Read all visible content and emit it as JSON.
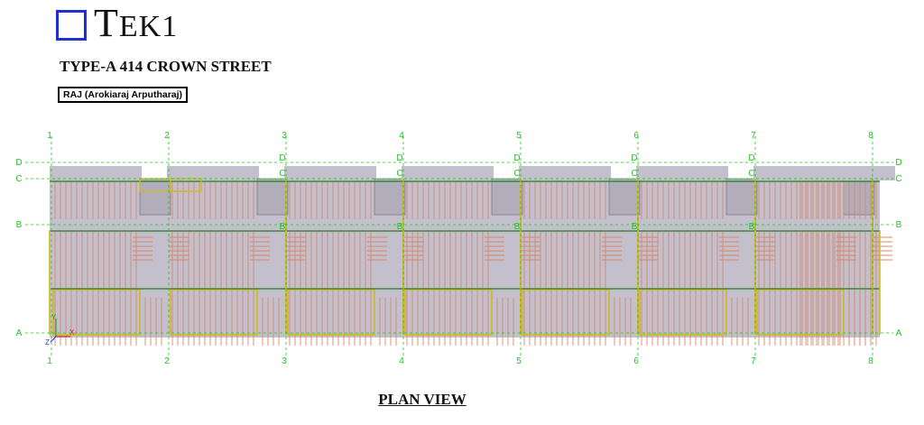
{
  "header": {
    "logo_text_initial": "T",
    "logo_text_rest": "EK1",
    "project_title": "TYPE-A 414 CROWN STREET",
    "author": "RAJ (Arokiaraj Arputharaj)"
  },
  "plan": {
    "column_grid": [
      "1",
      "2",
      "3",
      "4",
      "5",
      "6",
      "7",
      "8"
    ],
    "row_grid_left": [
      "D",
      "C",
      "B",
      "A"
    ],
    "row_grid_right": [
      "D",
      "C",
      "B",
      "A"
    ],
    "axis_y": "Y",
    "axis_x": "X",
    "axis_z": "Z",
    "view_title": "PLAN VIEW"
  },
  "colors": {
    "slab": "#c4bfcc",
    "joist": "#d8876a",
    "wall": "#d4b81c",
    "grid": "#22c322",
    "beam": "#3a8a3a",
    "logo": "#1f2fd6"
  }
}
